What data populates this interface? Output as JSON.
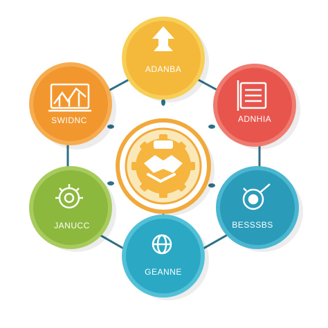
{
  "diagram": {
    "hub": {
      "icon": "handshake-gear-icon",
      "ring_color": "#f2a93b",
      "inner_color": "#f6b53f"
    },
    "nodes": [
      {
        "id": "top",
        "label": "ADANBA",
        "icon": "arrow-up-icon",
        "color": "#f4b93b",
        "ring": "#f7cf57"
      },
      {
        "id": "top-right",
        "label": "ADNHIA",
        "icon": "clipboard-icon",
        "color": "#e8554d",
        "ring": "#ef7a70"
      },
      {
        "id": "bottom-right",
        "label": "BESSSBS",
        "icon": "target-search-icon",
        "color": "#2a9bb8",
        "ring": "#4bb6cf"
      },
      {
        "id": "bottom",
        "label": "GEANNE",
        "icon": "globe-icon",
        "color": "#2aa8c4",
        "ring": "#52c0d6"
      },
      {
        "id": "bottom-left",
        "label": "JANUCC",
        "icon": "gear-target-icon",
        "color": "#8cb93d",
        "ring": "#a7cc5d"
      },
      {
        "id": "top-left",
        "label": "SWIDNC",
        "icon": "bar-chart-board-icon",
        "color": "#f2962e",
        "ring": "#f6ad52"
      }
    ],
    "connector_color": "#2f6f86"
  }
}
